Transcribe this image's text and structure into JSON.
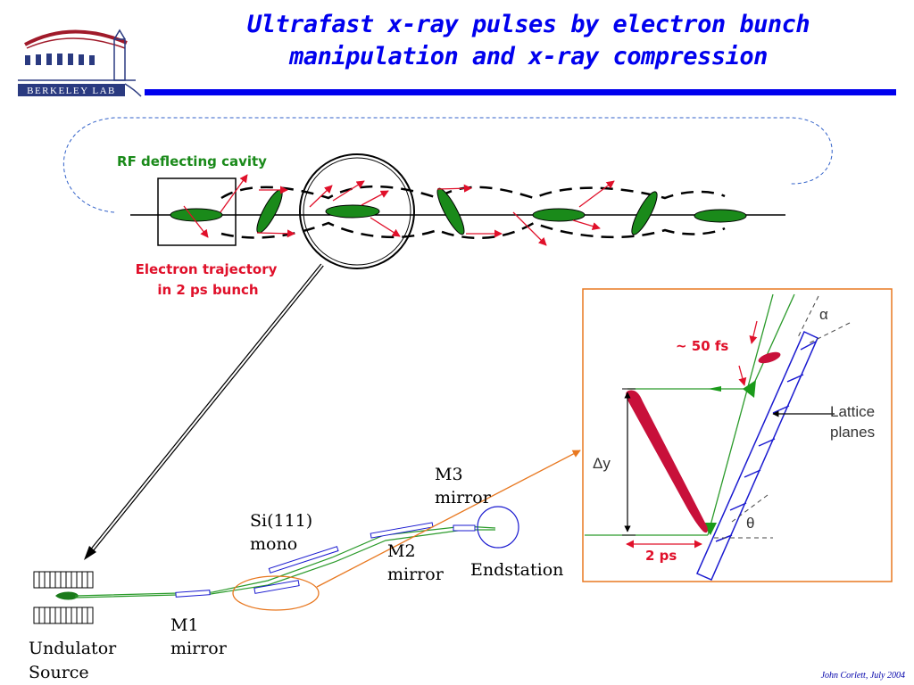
{
  "slide": {
    "title_line1": "Ultrafast x-ray pulses by electron bunch",
    "title_line2": "manipulation and x-ray compression",
    "footer": "John Corlett,  July 2004",
    "logo_text": "Berkeley Lab",
    "colors": {
      "title": "#0000ee",
      "accent_bar": "#0000ee",
      "bunch": "#1a8a1a",
      "arrow": "#e0102a",
      "label_red": "#e0102a",
      "label_green": "#1a8a1a",
      "box_orange": "#e87820",
      "crystal_blue": "#1a1ad0",
      "xray_green": "#2a9a2a",
      "lens_red": "#c8103a"
    }
  },
  "top_diagram": {
    "rf_label": "RF deflecting cavity",
    "trajectory_label_line1": "Electron trajectory",
    "trajectory_label_line2": "in 2 ps bunch"
  },
  "beamline": {
    "undulator_line1": "Undulator",
    "undulator_line2": "Source",
    "m1_line1": "M1",
    "m1_line2": "mirror",
    "si_line1": "Si(111)",
    "si_line2": "mono",
    "m2_line1": "M2",
    "m2_line2": "mirror",
    "m3_line1": "M3",
    "m3_line2": "mirror",
    "endstation": "Endstation"
  },
  "inset": {
    "alpha": "α",
    "lattice_line1": "Lattice",
    "lattice_line2": "planes",
    "delta_y": "Δy",
    "theta": "θ",
    "fs_label": "~ 50 fs",
    "ps_label": "2 ps"
  }
}
